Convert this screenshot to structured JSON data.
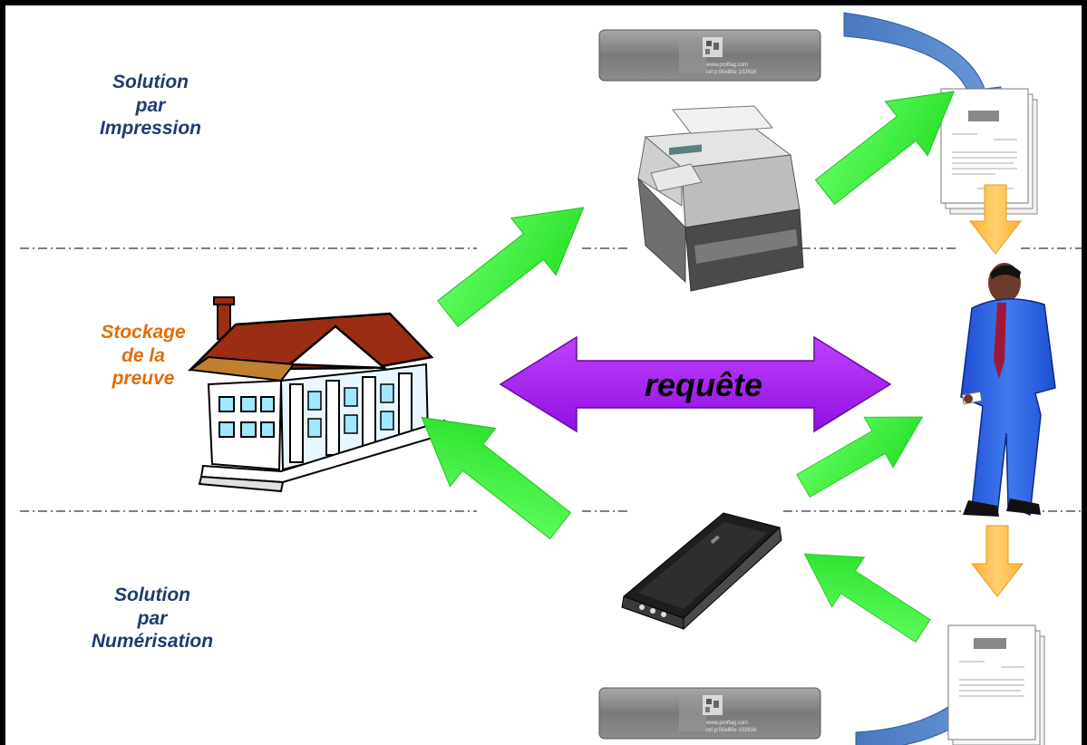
{
  "labels": {
    "print_solution": [
      "Solution",
      "par",
      "Impression"
    ],
    "storage": [
      "Stockage",
      "de la",
      "preuve"
    ],
    "scan_solution": [
      "Solution",
      "par",
      "Numérisation"
    ],
    "request": "requête"
  },
  "tags": {
    "top": {
      "line1": "www.proftag.com",
      "line2": "ref p:00e80e 102616"
    },
    "bottom": {
      "line1": "www.proftag.com",
      "line2": "ref p:00e80e 102616"
    }
  },
  "colors": {
    "label_blue": "#1f3c6e",
    "label_orange": "#e46c0a",
    "green_arrow": "#33ff33",
    "purple_arrow": "#a020f0",
    "orange_arrow": "#ffc000",
    "blue_arrow": "#4f81bd"
  },
  "icons": [
    "building-icon",
    "printer-icon",
    "scanner-icon",
    "document-icon",
    "person-icon",
    "proftag-label-icon"
  ]
}
